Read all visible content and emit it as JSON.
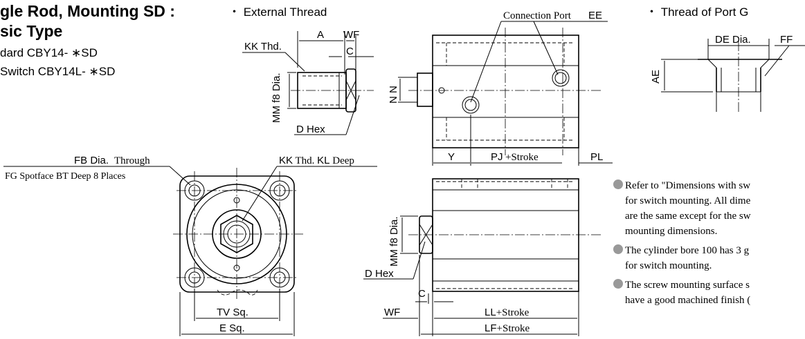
{
  "title_line1": "gle Rod, Mounting SD :",
  "title_line2": "sic Type",
  "model_standard": "dard   CBY14- ∗SD",
  "model_switch": " Switch   CBY14L- ∗SD",
  "section_external_thread": "・ External Thread",
  "section_thread_port": "・ Thread of Port G",
  "labels": {
    "kk_thd": "KK Thd.",
    "a": "A",
    "wf": "WF",
    "c": "C",
    "mm_f8_dia": "MM f8 Dia.",
    "d_hex": "D Hex",
    "connection_port": "Connection Port",
    "ee": "EE",
    "nn": "N N",
    "y": "Y",
    "pj_stroke_a": "PJ",
    "pj_stroke_b": "+Stroke",
    "pl": "PL",
    "de_dia": "DE Dia.",
    "ff": "FF",
    "ae": "AE",
    "fb_dia_a": "FB Dia.",
    "fb_dia_b": " Through",
    "fg_spotface_a": "FG Spotface BT Deep ",
    "fg_spotface_b": "8",
    "fg_spotface_c": " Places",
    "kk_kl_a": "KK",
    "kk_kl_b": " Thd. ",
    "kk_kl_c": "KL",
    "kk_kl_d": " Deep",
    "tv_sq": "TV Sq.",
    "e_sq": "E Sq.",
    "mm_f8_dia_2": "MM f8 Dia.",
    "d_hex_2": "D Hex",
    "c_2": "C",
    "wf_2": "WF",
    "ll_a": "LL",
    "ll_b": "+Stroke",
    "lf_a": "LF",
    "lf_b": "+Stroke"
  },
  "notes": [
    "Refer to \"Dimensions with sw",
    "for switch mounting. All dime",
    "are the same except for the sw",
    "mounting dimensions.",
    "The cylinder bore 100 has 3 g",
    "for switch mounting.",
    "The screw mounting surface s",
    "have a good machined finish ("
  ]
}
